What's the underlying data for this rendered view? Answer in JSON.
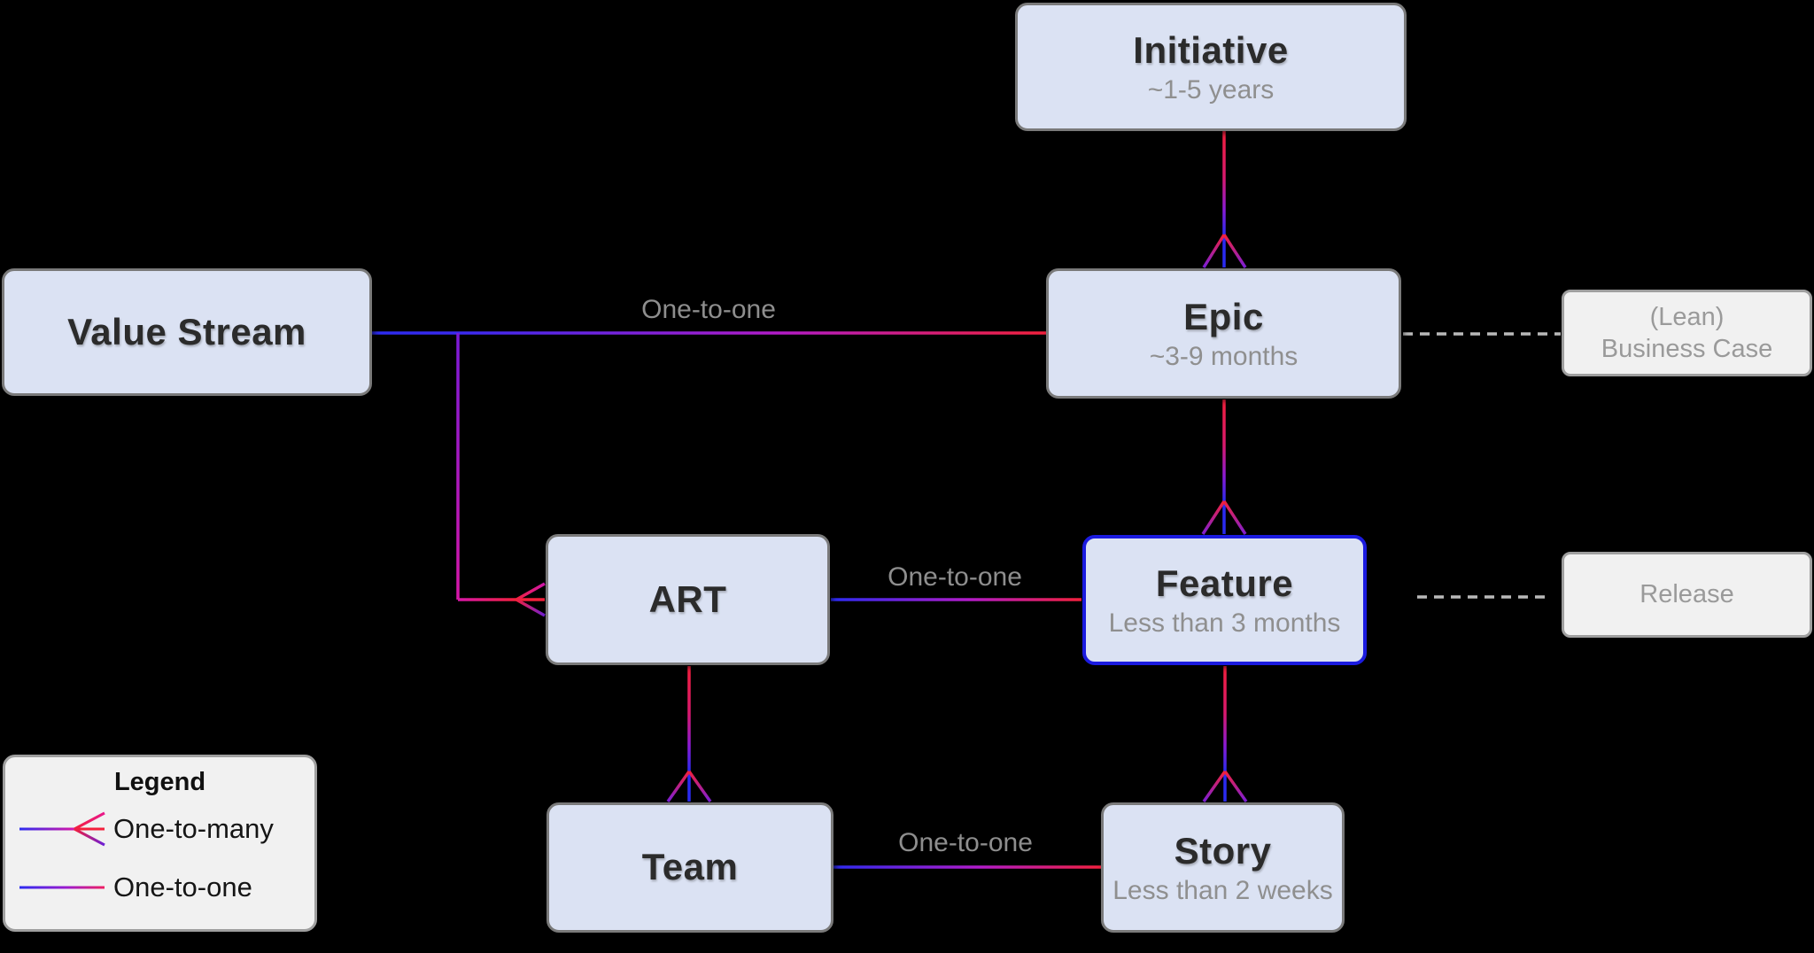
{
  "nodes": {
    "initiative": {
      "title": "Initiative",
      "subtitle": "~1-5 years"
    },
    "epic": {
      "title": "Epic",
      "subtitle": "~3-9 months"
    },
    "feature": {
      "title": "Feature",
      "subtitle": "Less than 3 months"
    },
    "story": {
      "title": "Story",
      "subtitle": "Less than 2 weeks"
    },
    "value_stream": {
      "title": "Value Stream"
    },
    "art": {
      "title": "ART"
    },
    "team": {
      "title": "Team"
    },
    "lean_business_case": {
      "line1": "(Lean)",
      "line2": "Business Case"
    },
    "release": {
      "title": "Release"
    }
  },
  "edge_labels": {
    "vs_epic": "One-to-one",
    "art_feature": "One-to-one",
    "team_story": "One-to-one"
  },
  "legend": {
    "title": "Legend",
    "items": [
      {
        "label": "One-to-many"
      },
      {
        "label": "One-to-one"
      }
    ]
  },
  "colors": {
    "background": "#000000",
    "node_fill": "#dbe2f3",
    "node_border": "#7a7a7a",
    "selected_node_border": "#1b1be0",
    "side_box_fill": "#f1f1f1",
    "side_box_border": "#9f9f9f",
    "gradient_blue": "#2b2bf0",
    "gradient_purple": "#8c1bd4",
    "gradient_magenta": "#c617b4",
    "gradient_red": "#f3203c",
    "edge_label_grey": "#8e8e8e",
    "subtitle_grey": "#8f8f8f",
    "dashed_line_grey": "#b9b9b9"
  }
}
